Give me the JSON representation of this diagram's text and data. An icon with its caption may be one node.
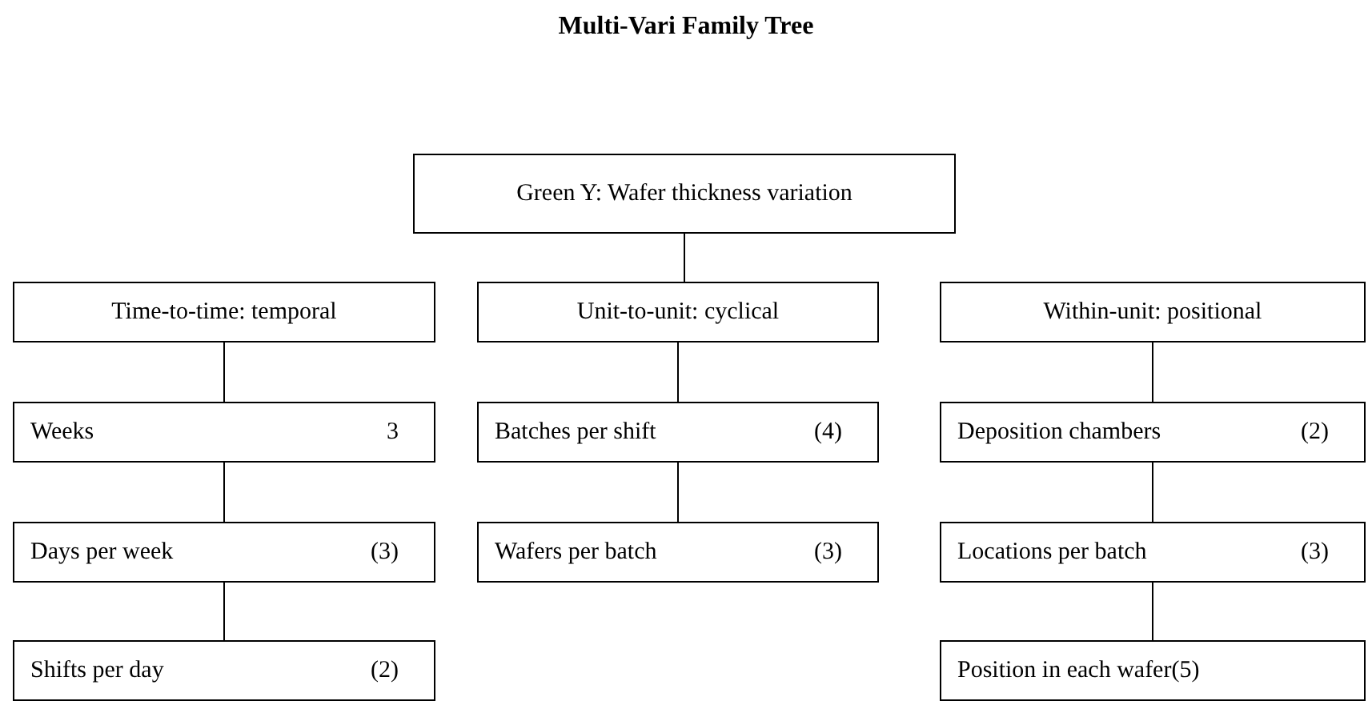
{
  "diagram": {
    "title": "Multi-Vari Family Tree",
    "nodes": [
      {
        "text": [
          "Green Y: Wafer thickness variation"
        ]
      },
      {
        "text": [
          "Time-to-time: temporal"
        ]
      },
      {
        "text": [
          "Unit-to-unit: cyclical"
        ]
      },
      {
        "text": [
          "Within-unit: positional"
        ]
      },
      {
        "text": [
          "Weeks",
          "3"
        ]
      },
      {
        "text": [
          "Batches per shift",
          "(4)"
        ]
      },
      {
        "text": [
          "Deposition chambers",
          "(2)"
        ]
      },
      {
        "text": [
          "Days per week",
          "(3)"
        ]
      },
      {
        "text": [
          "Wafers per batch",
          "(3)"
        ]
      },
      {
        "text": [
          "Locations per batch",
          "(3)"
        ]
      },
      {
        "text": [
          "Shifts per day",
          "(2)"
        ]
      },
      {
        "text": [
          "Position in each wafer",
          "(5)"
        ]
      }
    ],
    "edges": [
      {
        "from": 0,
        "to": 2,
        "arrow": "none"
      },
      {
        "from": 1,
        "to": 4,
        "arrow": "none"
      },
      {
        "from": 4,
        "to": 7,
        "arrow": "none"
      },
      {
        "from": 7,
        "to": 10,
        "arrow": "none"
      },
      {
        "from": 2,
        "to": 5,
        "arrow": "none"
      },
      {
        "from": 5,
        "to": 8,
        "arrow": "none"
      },
      {
        "from": 3,
        "to": 6,
        "arrow": "none"
      },
      {
        "from": 6,
        "to": 9,
        "arrow": "none"
      },
      {
        "from": 9,
        "to": 11,
        "arrow": "none"
      }
    ]
  }
}
